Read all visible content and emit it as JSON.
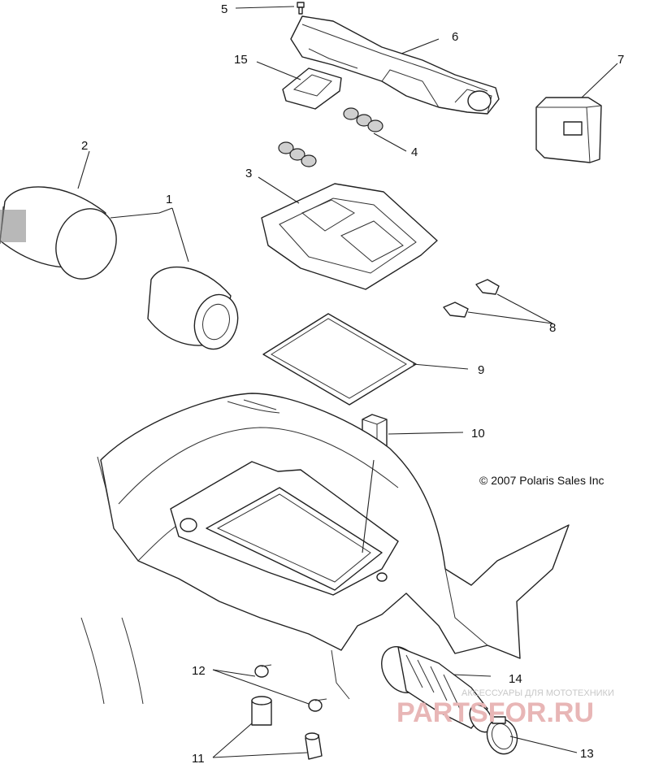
{
  "callouts": [
    {
      "label": "1"
    },
    {
      "label": "2"
    },
    {
      "label": "3"
    },
    {
      "label": "4"
    },
    {
      "label": "5"
    },
    {
      "label": "6"
    },
    {
      "label": "7"
    },
    {
      "label": "8"
    },
    {
      "label": "9"
    },
    {
      "label": "10"
    },
    {
      "label": "11"
    },
    {
      "label": "12"
    },
    {
      "label": "13"
    },
    {
      "label": "14"
    },
    {
      "label": "15"
    }
  ],
  "copyright": "© 2007 Polaris Sales Inc",
  "watermark": {
    "tagline": "АКСЕССУАРЫ ДЛЯ МОТОТЕХНИКИ",
    "logo": "PARTSFOR.RU"
  }
}
